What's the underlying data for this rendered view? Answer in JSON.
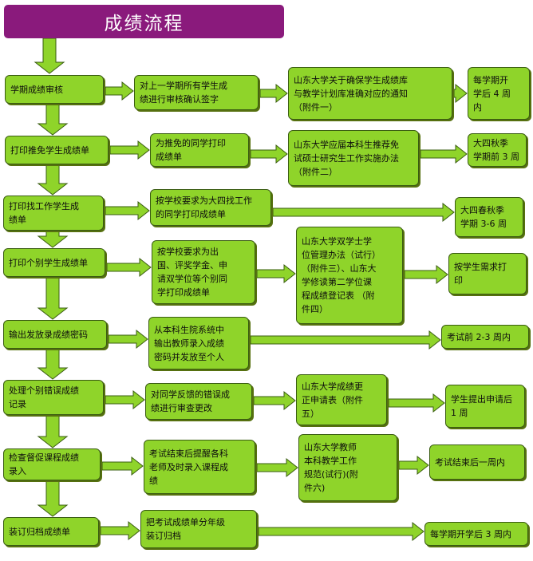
{
  "title": "成绩流程",
  "colors": {
    "title_bg": "#8a1a7c",
    "box_fill": "#8fd42a",
    "arrow_fill": "#8fd42a",
    "border": "#3a5c12"
  },
  "rows": [
    {
      "step": "学期成绩审核",
      "action": "对上一学期所有学生成\n绩进行审核确认签字",
      "doc": "山东大学关于确保学生成绩库\n与教学计划库准确对应的通知\n（附件一）",
      "time": "每学期开\n学后 4 周\n内"
    },
    {
      "step": "打印推免学生成绩单",
      "action": "为推免的同学打印\n成绩单",
      "doc": "山东大学应届本科生推荐免\n试硕士研究生工作实施办法\n（附件二）",
      "time": "大四秋季\n学期前 3 周"
    },
    {
      "step": "打印找工作学生成\n绩单",
      "action": "按学校要求为大四找工作\n的同学打印成绩单",
      "doc": "",
      "time": "大四春秋季\n学期 3-6 周"
    },
    {
      "step": "打印个别学生成绩单",
      "action": "按学校要求为出\n国、评奖学金、申\n请双学位等个别同\n学打印成绩单",
      "doc": "山东大学双学士学\n位管理办法（试行）\n（附件三）、山东大\n学修读第二学位课\n程成绩登记表 （附\n件四）",
      "time": "按学生需求打\n印"
    },
    {
      "step": "输出发放录成绩密码",
      "action": "从本科生院系统中\n输出教师录入成绩\n密码并发放至个人",
      "doc": "",
      "time": "考试前 2-3 周内"
    },
    {
      "step": "处理个别错误成绩\n记录",
      "action": "对同学反馈的错误成\n绩进行审查更改",
      "doc": "山东大学成绩更\n正申请表（附件\n五）",
      "time": "学生提出申请后\n1 周"
    },
    {
      "step": "检查督促课程成绩\n录入",
      "action": "考试结束后提醒各科\n老师及时录入课程成\n绩",
      "doc": "山东大学教师\n本科教学工作\n规范(试行)(附\n件六)",
      "time": "考试结束后一周内"
    },
    {
      "step": "装订归档成绩单",
      "action": "把考试成绩单分年级\n装订归档",
      "doc": "",
      "time": "每学期开学后 3 周内"
    }
  ]
}
